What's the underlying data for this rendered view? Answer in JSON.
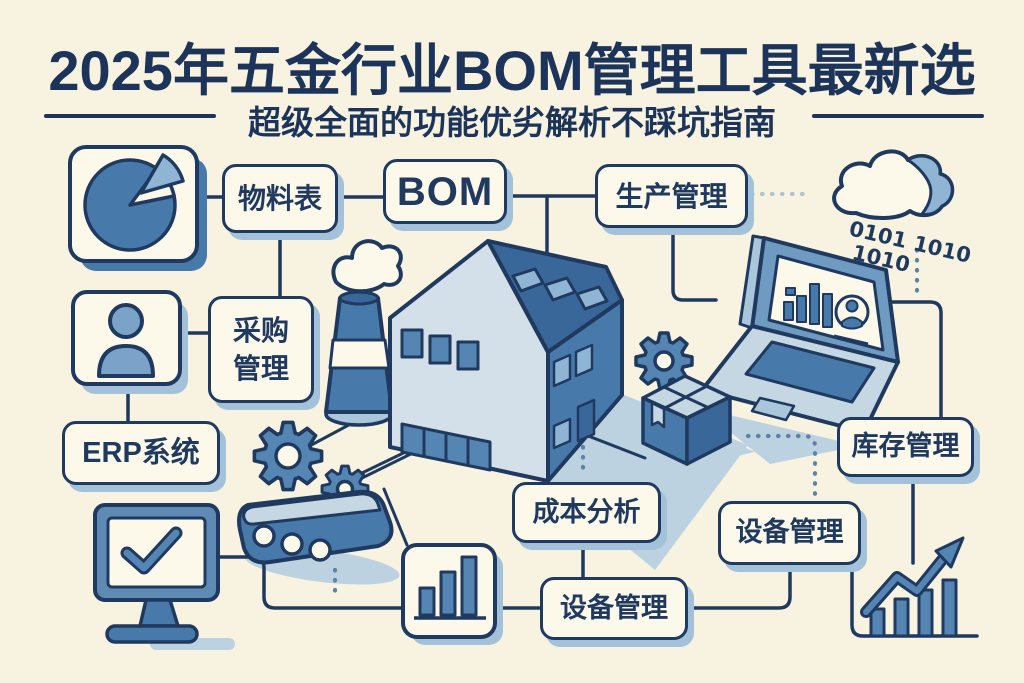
{
  "header": {
    "title": "2025年五金行业BOM管理工具最新选",
    "subtitle": "超级全面的功能优劣解析不踩坑指南"
  },
  "boxes": {
    "bill_of_materials": "物料表",
    "bom": "BOM",
    "production": "生产管理",
    "procurement_line1": "采购",
    "procurement_line2": "管理",
    "erp": "ERP系统",
    "inventory": "库存管理",
    "cost_analysis": "成本分析",
    "equipment_right": "设备管理",
    "equipment_bottom": "设备管理"
  },
  "cloud": {
    "binary_line1": "0101 1010",
    "binary_line2": "1010"
  },
  "icons": {
    "pie-chart-icon": "pie chart in rounded square",
    "user-icon": "person silhouette in rounded square",
    "factory-icon": "isometric factory building with chimney and smoke",
    "cloud-icon": "cloud with binary digits",
    "laptop-icon": "laptop showing bar chart and user avatar",
    "gear-icon": "single gear",
    "package-icon": "isometric cardboard box",
    "conveyor-icon": "conveyor belt with two gears",
    "monitor-checkmark-icon": "desktop monitor with checkmark",
    "bar-chart-icon": "rising bar chart in rounded square",
    "growth-chart-icon": "bar chart with rising zigzag arrow"
  },
  "colors": {
    "background": "#f8f3e0",
    "navy": "#1f3a5e",
    "mid_blue": "#4879ab",
    "steel_blue": "#5585b2",
    "light_blue": "#a9c6da",
    "pale_blue": "#c6d7e4",
    "shadow_blue": "#a3c1d8",
    "cream": "#fcf8ea"
  }
}
